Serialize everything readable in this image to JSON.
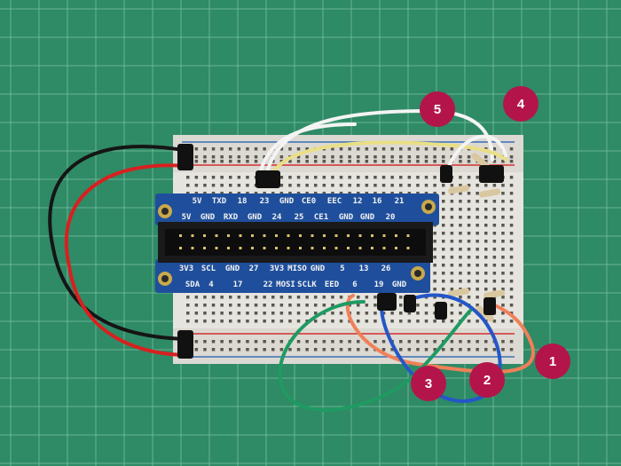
{
  "colors": {
    "mat": "#2f8a66",
    "grid": "#7fc6a4",
    "breadboard": "#e8e6e0",
    "pcb": "#1f4f9c",
    "marker": "#b3154b",
    "wire_red": "#d8201f",
    "wire_black": "#151515",
    "wire_white": "#f4f4f4",
    "wire_yellow": "#eadf86",
    "wire_orange": "#f08058",
    "wire_blue": "#2456c8",
    "wire_green": "#1f9a63"
  },
  "pcb_top": {
    "row1": [
      "5V",
      "TXD",
      "18",
      "23",
      "GND",
      "CE0",
      "EEC",
      "12",
      "16",
      "21"
    ],
    "row2": [
      "5V",
      "GND",
      "RXD",
      "GND",
      "24",
      "25",
      "CE1",
      "GND",
      "GND",
      "20"
    ]
  },
  "pcb_bottom": {
    "row1": [
      "3V3",
      "SCL",
      "GND",
      "27",
      "3V3",
      "MISO",
      "GND",
      "5",
      "13",
      "26"
    ],
    "row2": [
      "SDA",
      "4",
      "17",
      "22",
      "MOSI",
      "SCLK",
      "EED",
      "6",
      "19",
      "GND"
    ]
  },
  "markers": [
    "1",
    "2",
    "3",
    "4",
    "5"
  ]
}
